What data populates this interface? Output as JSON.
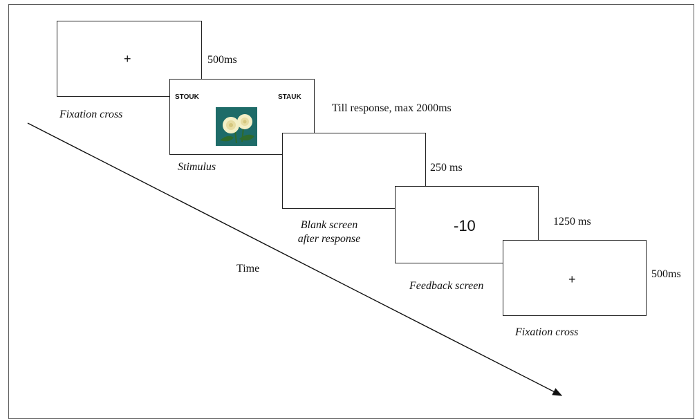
{
  "screens": [
    {
      "content": "+",
      "duration": "500ms",
      "caption": "Fixation cross"
    },
    {
      "left_word": "STOUK",
      "right_word": "STAUK",
      "duration": "Till response, max 2000ms",
      "caption": "Stimulus"
    },
    {
      "content": "",
      "duration": "250 ms",
      "caption_lines": [
        "Blank screen",
        "after response"
      ]
    },
    {
      "content": "-10",
      "duration": "1250 ms",
      "caption": "Feedback screen"
    },
    {
      "content": "+",
      "duration": "500ms",
      "caption": "Fixation cross"
    }
  ],
  "time_label": "Time",
  "colors": {
    "image_background": "#1e6b68",
    "flower": "#f3efc6",
    "leaf": "#2f6a2a"
  }
}
